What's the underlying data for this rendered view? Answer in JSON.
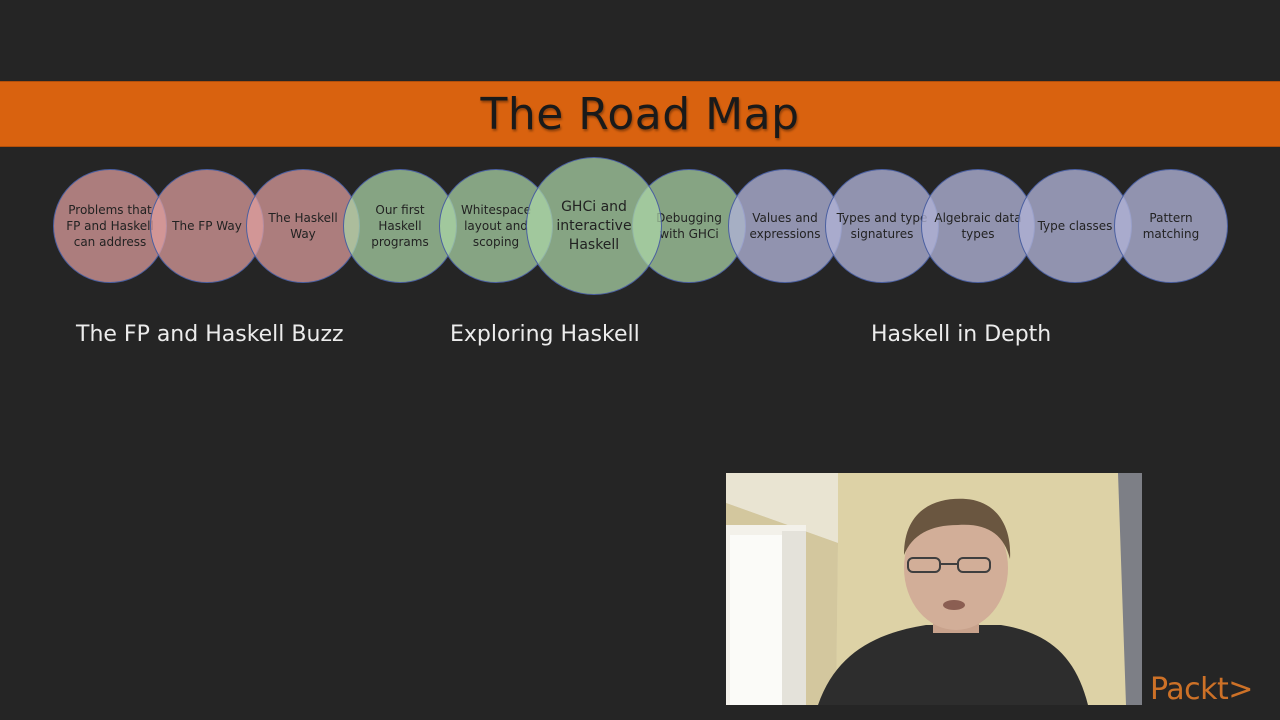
{
  "slide": {
    "title": "The Road Map"
  },
  "topics": [
    {
      "label": "Problems that FP and Haskell can address",
      "group": "buzz"
    },
    {
      "label": "The FP Way",
      "group": "buzz"
    },
    {
      "label": "The Haskell Way",
      "group": "buzz"
    },
    {
      "label": "Our first Haskell programs",
      "group": "exploring"
    },
    {
      "label": "Whitespace layout and scoping",
      "group": "exploring"
    },
    {
      "label": "GHCi and interactive Haskell",
      "group": "exploring",
      "highlighted": true
    },
    {
      "label": "Debugging with GHCi",
      "group": "exploring"
    },
    {
      "label": "Values and expressions",
      "group": "depth"
    },
    {
      "label": "Types and type signatures",
      "group": "depth"
    },
    {
      "label": "Algebraic data types",
      "group": "depth"
    },
    {
      "label": "Type classes",
      "group": "depth"
    },
    {
      "label": "Pattern matching",
      "group": "depth"
    }
  ],
  "sections": {
    "buzz": "The FP and Haskell Buzz",
    "exploring": "Exploring Haskell",
    "depth": "Haskell in Depth"
  },
  "logo": {
    "text": "Packt>"
  },
  "colors": {
    "title_bar": "#d9620f",
    "background": "#252525",
    "buzz": "#e0a0a0",
    "exploring": "#acd6a8",
    "depth": "#b0b2d6",
    "logo": "#e07a28"
  }
}
